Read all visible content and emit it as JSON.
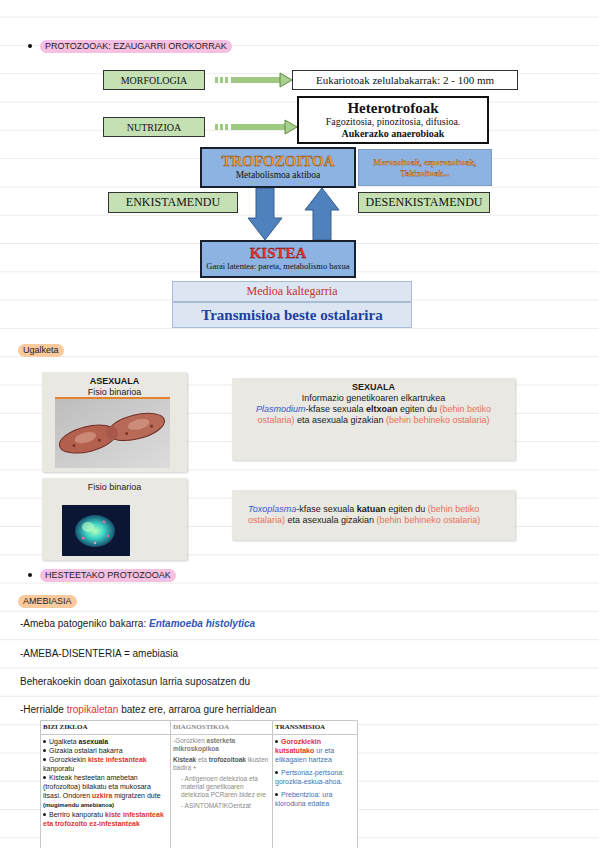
{
  "diagram": {
    "title": "PROTOZOOAK: EZAUGARRI OROKORRAK",
    "nodes": [
      {
        "text": [
          "MORFOLOGIA"
        ]
      },
      {
        "text": [
          "Eukariotoak zelulabakarrak: 2 - 100 mm"
        ]
      },
      {
        "text": [
          "NUTRIZIOA"
        ]
      },
      {
        "text": [
          "Heterotrofoak",
          "Fagozitosia, pinozitosia, difusioa.",
          "Aukerazko anaerobioak"
        ]
      },
      {
        "text": [
          "TROFOZOITOA",
          "Metabolismoa aktiboa"
        ]
      },
      {
        "text": [
          "Merozoitoak, esporozoitoak, Takizoitoak..."
        ]
      },
      {
        "text": [
          "ENKISTAMENDU"
        ]
      },
      {
        "text": [
          "DESENKISTAMENDU"
        ]
      },
      {
        "text": [
          "KISTEA",
          "Garai latentea: pareta, metabolismo baxua"
        ]
      },
      {
        "text": [
          "Medioa kaltegarria"
        ]
      },
      {
        "text": [
          "Transmisioa beste ostalarira"
        ]
      },
      {
        "text": [
          "ASEXUALA",
          "Fisio binarioa"
        ]
      },
      {
        "text": [
          "SEXUALA",
          "Informazio genetikoaren elkartrukea",
          "Plasmodium",
          "-kfase sexuala",
          "eltxoan",
          "egiten du",
          "(behin betiko ostalaria)",
          "eta asexuala gizakian",
          "(behin behineko ostalaria)"
        ]
      },
      {
        "text": [
          "Fisio binarioa"
        ]
      },
      {
        "text": [
          "Toxoplasma",
          "-kfase sexuala",
          "katuan",
          "egiten du",
          "(behin betiko ostalaria)",
          "eta asexuala gizakian",
          "(behin behineko ostalaria)"
        ]
      }
    ],
    "edges": [
      {
        "from": 0,
        "to": 1,
        "arrow": "to"
      },
      {
        "from": 2,
        "to": 3,
        "arrow": "to"
      },
      {
        "from": 4,
        "to": 8,
        "arrow": "to"
      },
      {
        "from": 8,
        "to": 4,
        "arrow": "to"
      }
    ],
    "labels": [
      "Ugalketa",
      "HESTEETAKO PROTOZOOAK",
      "AMEBIASIA",
      "-Ameba patogeniko bakarra:",
      "Entamoeba histolytica",
      "-AMEBA-DISENTERIA = amebiasia",
      "Beherakoekin doan gaixotasun larria suposatzen du",
      "-Herrialde",
      "tropikaletan",
      "batez ere, arraroa gure herrialdean",
      "BIZI ZIKLOA",
      "DIAGNOSTIKOA",
      "TRANSMISIOA",
      "Ugalketa",
      "asexuala",
      "Gizakia ostalari bakarra",
      "Gorozkiekin",
      "kiste infestanteak",
      "kanporatu",
      "Kisteak hesteetan amebetan (trofozoitoa) bilakatu eta mukosara itsasi. Ondoren",
      "uzkira",
      "migratzen dute",
      "(mugimendu amebianoa)",
      "Berriro kanporatu",
      "kiste infestanteak eta trofozoito ez-infestanteak",
      "-Gorozkien",
      "asterketa mikroskopikoa",
      "Kisteak",
      "eta",
      "trofozoitoak",
      "ikusten badira +",
      "- Antigenoen detekzioa eta material genetikoaren detekzioa PCRaren bidez ere",
      "- ASINTOMATIKOentzat",
      "Gorozkiekin kutsatutako",
      "ur eta elikagaien hartzea",
      "Pertsonaz-pertsona: gorozkia-eskua-ahoa.",
      "Prebentzioa: ura kloroduna edatea"
    ]
  }
}
